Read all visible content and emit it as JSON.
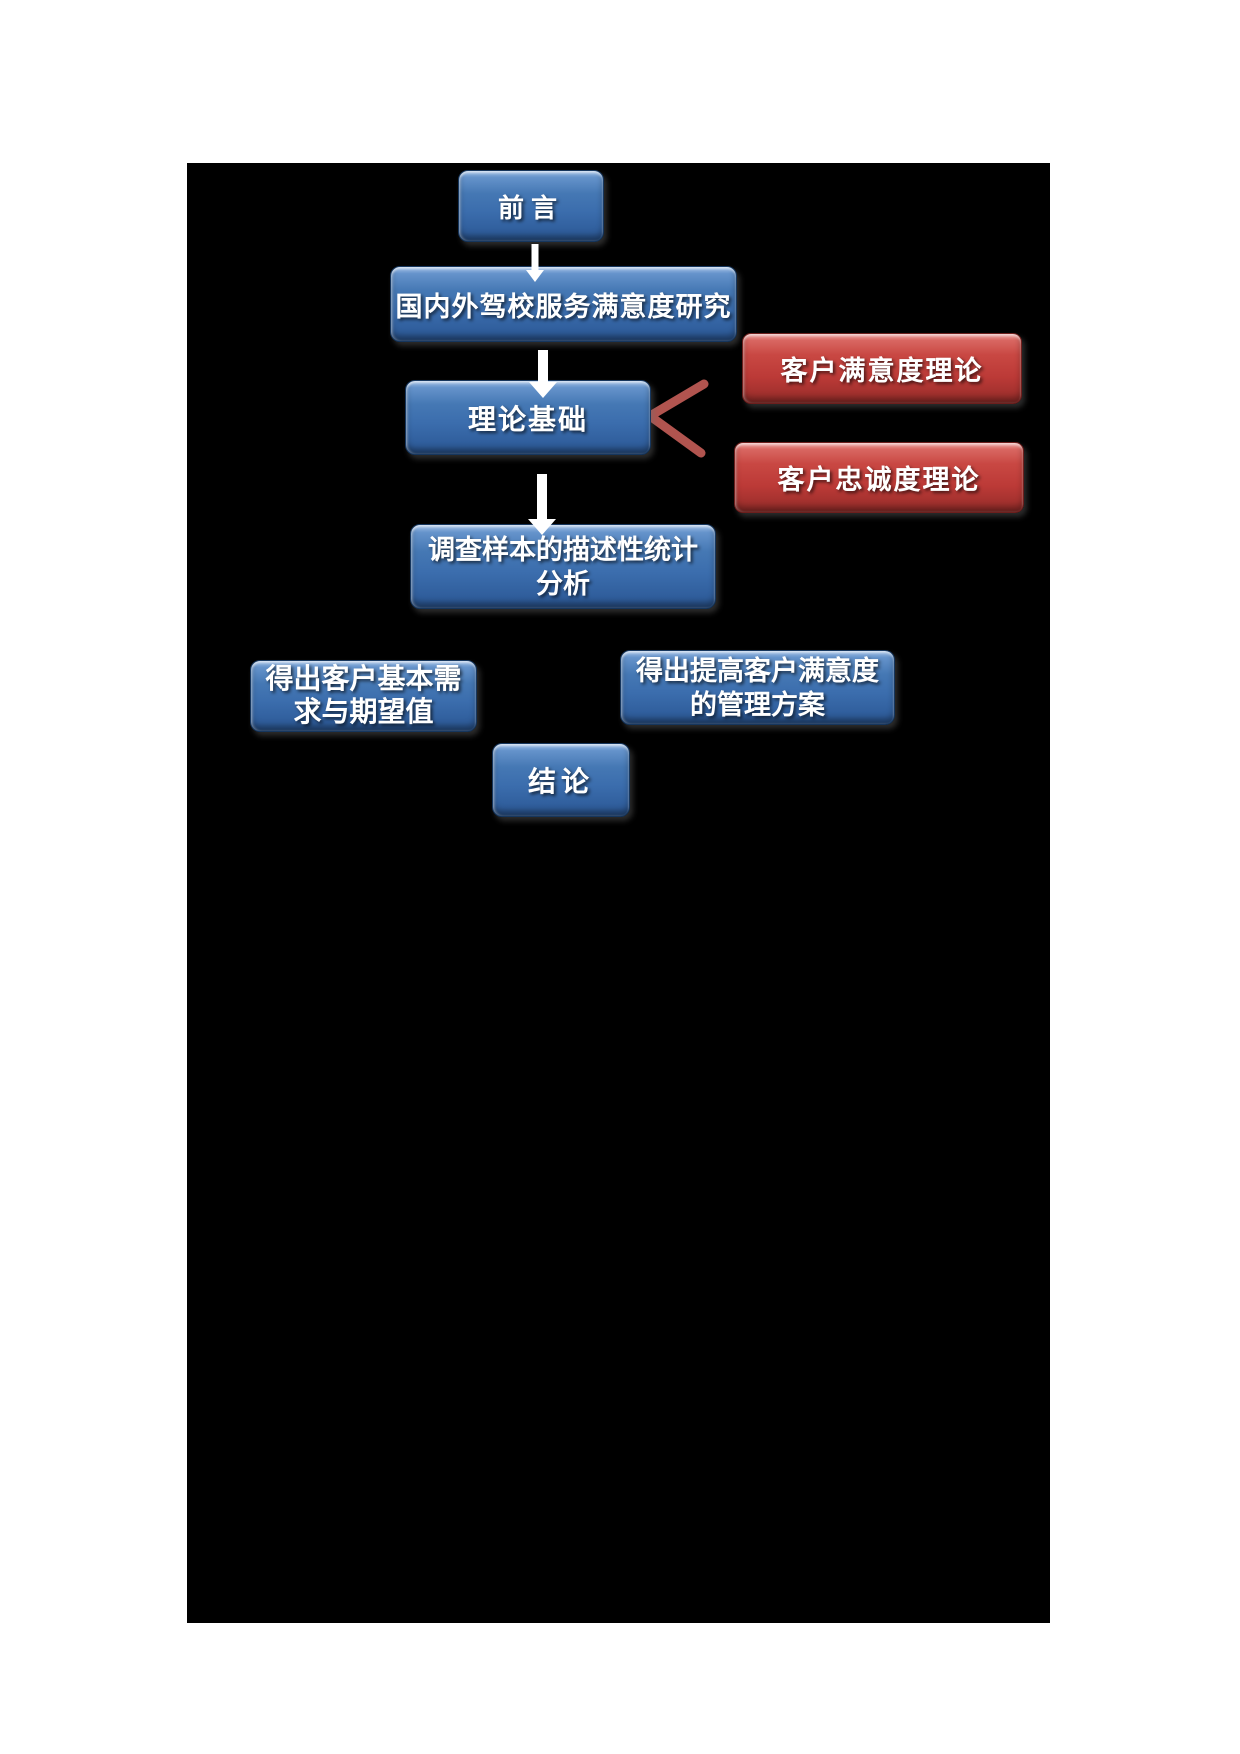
{
  "diagram": {
    "type": "flowchart",
    "background": "#000000",
    "page_background": "#ffffff",
    "colors": {
      "process_node": "#4578b4",
      "theory_node": "#c0504d",
      "connector_chevron": "#b1544f",
      "arrow": "#ffffff",
      "text": "#ffffff"
    },
    "nodes": {
      "preface": {
        "label": "前言"
      },
      "research": {
        "label": "国内外驾校服务满意度研究"
      },
      "theory": {
        "label": "理论基础"
      },
      "satisfaction": {
        "label": "客户满意度理论"
      },
      "loyalty": {
        "label": "客户忠诚度理论"
      },
      "descriptive": {
        "line1": "调查样本的描述性统计",
        "line2": "分析"
      },
      "needs": {
        "line1": "得出客户基本需",
        "line2": "求与期望值"
      },
      "plan": {
        "line1": "得出提高客户满意度",
        "line2": "的管理方案"
      },
      "conclusion": {
        "label": "结论"
      }
    },
    "edges": [
      {
        "from": "preface",
        "to": "research",
        "style": "down-arrow"
      },
      {
        "from": "research",
        "to": "theory",
        "style": "down-arrow"
      },
      {
        "from": "theory",
        "to": "descriptive",
        "style": "down-arrow"
      },
      {
        "from": "satisfaction",
        "to": "theory",
        "style": "chevron"
      },
      {
        "from": "loyalty",
        "to": "theory",
        "style": "chevron"
      }
    ]
  }
}
